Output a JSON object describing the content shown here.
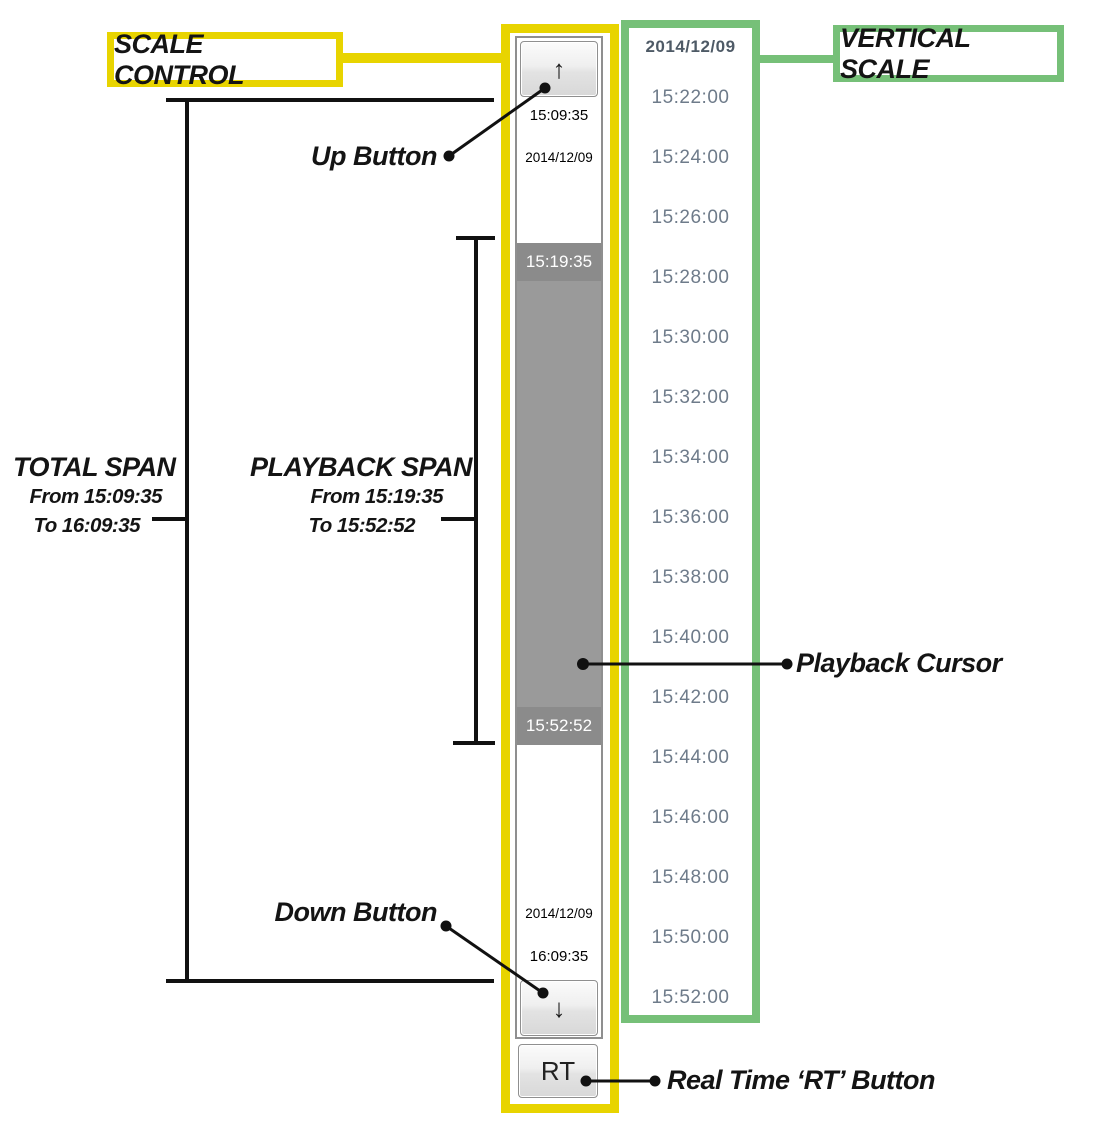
{
  "callouts": {
    "scale_control": {
      "label": "SCALE CONTROL"
    },
    "vertical_scale": {
      "label": "VERTICAL SCALE"
    },
    "up_button": {
      "label": "Up Button"
    },
    "down_button": {
      "label": "Down Button"
    },
    "playback_cursor": {
      "label": "Playback Cursor"
    },
    "real_time_button": {
      "label": "Real Time ‘RT’ Button"
    },
    "total_span": {
      "title": "TOTAL SPAN",
      "from": "From 15:09:35",
      "to": "To 16:09:35"
    },
    "playback_span": {
      "title": "PLAYBACK SPAN",
      "from": "From 15:19:35",
      "to": "To 15:52:52"
    }
  },
  "scale_control": {
    "up_arrow_icon": "↑",
    "down_arrow_icon": "↓",
    "rt_label": "RT",
    "total_span_start_time": "15:09:35",
    "total_span_start_date": "2014/12/09",
    "playback_span_start": "15:19:35",
    "playback_span_end": "15:52:52",
    "total_span_end_date": "2014/12/09",
    "total_span_end_time": "16:09:35"
  },
  "vertical_scale": {
    "date": "2014/12/09",
    "ticks": [
      "15:22:00",
      "15:24:00",
      "15:26:00",
      "15:28:00",
      "15:30:00",
      "15:32:00",
      "15:34:00",
      "15:36:00",
      "15:38:00",
      "15:40:00",
      "15:42:00",
      "15:44:00",
      "15:46:00",
      "15:48:00",
      "15:50:00",
      "15:52:00"
    ]
  },
  "colors": {
    "yellow": "#e8d400",
    "green": "#76c078",
    "span_fill": "#9a9a9a",
    "span_band": "#8b8b8b",
    "tick_text": "#6e7b8a",
    "tick_date_text": "#4e5a66"
  }
}
